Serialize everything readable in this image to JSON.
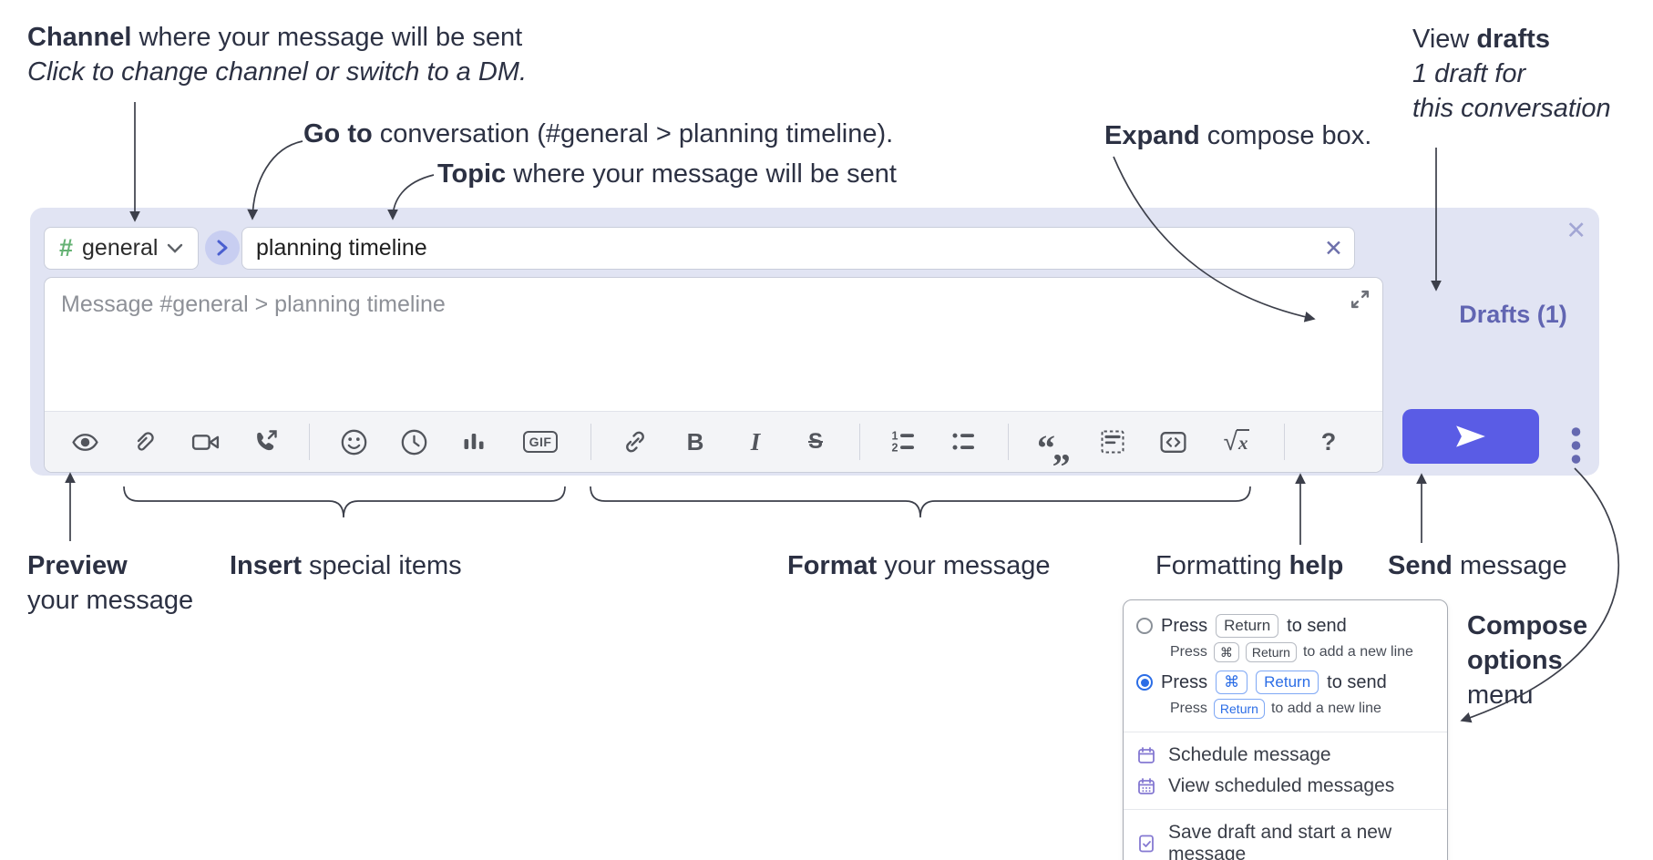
{
  "annotations": {
    "channel": {
      "bold": "Channel",
      "rest": " where your message will be sent",
      "sub": "Click to change channel or switch to a DM."
    },
    "goto": {
      "bold": "Go to",
      "rest": " conversation (#general > planning timeline)."
    },
    "topic": {
      "bold": "Topic",
      "rest": " where your message will be sent"
    },
    "expand": {
      "bold": "Expand",
      "rest": " compose box."
    },
    "drafts": {
      "pre": "View ",
      "bold": "drafts",
      "line2": "1 draft for",
      "line3": "this conversation"
    },
    "preview": {
      "bold": "Preview",
      "line2": "your message"
    },
    "insert": {
      "bold": "Insert",
      "rest": " special items"
    },
    "format": {
      "bold": "Format",
      "rest": " your message"
    },
    "help": {
      "pre": "Formatting ",
      "bold": "help"
    },
    "send": {
      "bold": "Send",
      "rest": " message"
    },
    "compose_menu": {
      "line1": "Compose",
      "line2": "options",
      "line3": "menu"
    }
  },
  "compose_box": {
    "channel_hash": "#",
    "channel_name": "general",
    "topic_value": "planning timeline",
    "topic_clear_glyph": "✕",
    "close_glyph": "✕",
    "message_placeholder": "Message #general > planning timeline",
    "drafts_link": "Drafts (1)"
  },
  "toolbar": {
    "gif_label": "GIF",
    "bold_glyph": "B",
    "italic_glyph": "I",
    "strike_glyph": "S",
    "ol_1": "1",
    "ol_2": "2",
    "quote_open": "“",
    "quote_close": "„",
    "math_root": "√",
    "math_var": "x",
    "help_glyph": "?"
  },
  "popup": {
    "opt1": {
      "pre": "Press",
      "key": "Return",
      "post": "to send"
    },
    "opt1_sub": {
      "pre": "Press",
      "key1": "⌘",
      "key2": "Return",
      "post": "to add a new line"
    },
    "opt2": {
      "pre": "Press",
      "key1": "⌘",
      "key2": "Return",
      "post": "to send"
    },
    "opt2_sub": {
      "pre": "Press",
      "key": "Return",
      "post": "to add a new line"
    },
    "items": [
      {
        "label": "Schedule message"
      },
      {
        "label": "View scheduled messages"
      },
      {
        "label": "Save draft and start a new message"
      }
    ]
  },
  "colors": {
    "container": "#e1e4f3",
    "send_button": "#5a5ce5",
    "drafts_link": "#6165b2",
    "kbd_blue": "#2b6de6",
    "menu_icon": "#8579d2",
    "hash_green": "#65b274",
    "annotation_ink": "#2c3143"
  }
}
